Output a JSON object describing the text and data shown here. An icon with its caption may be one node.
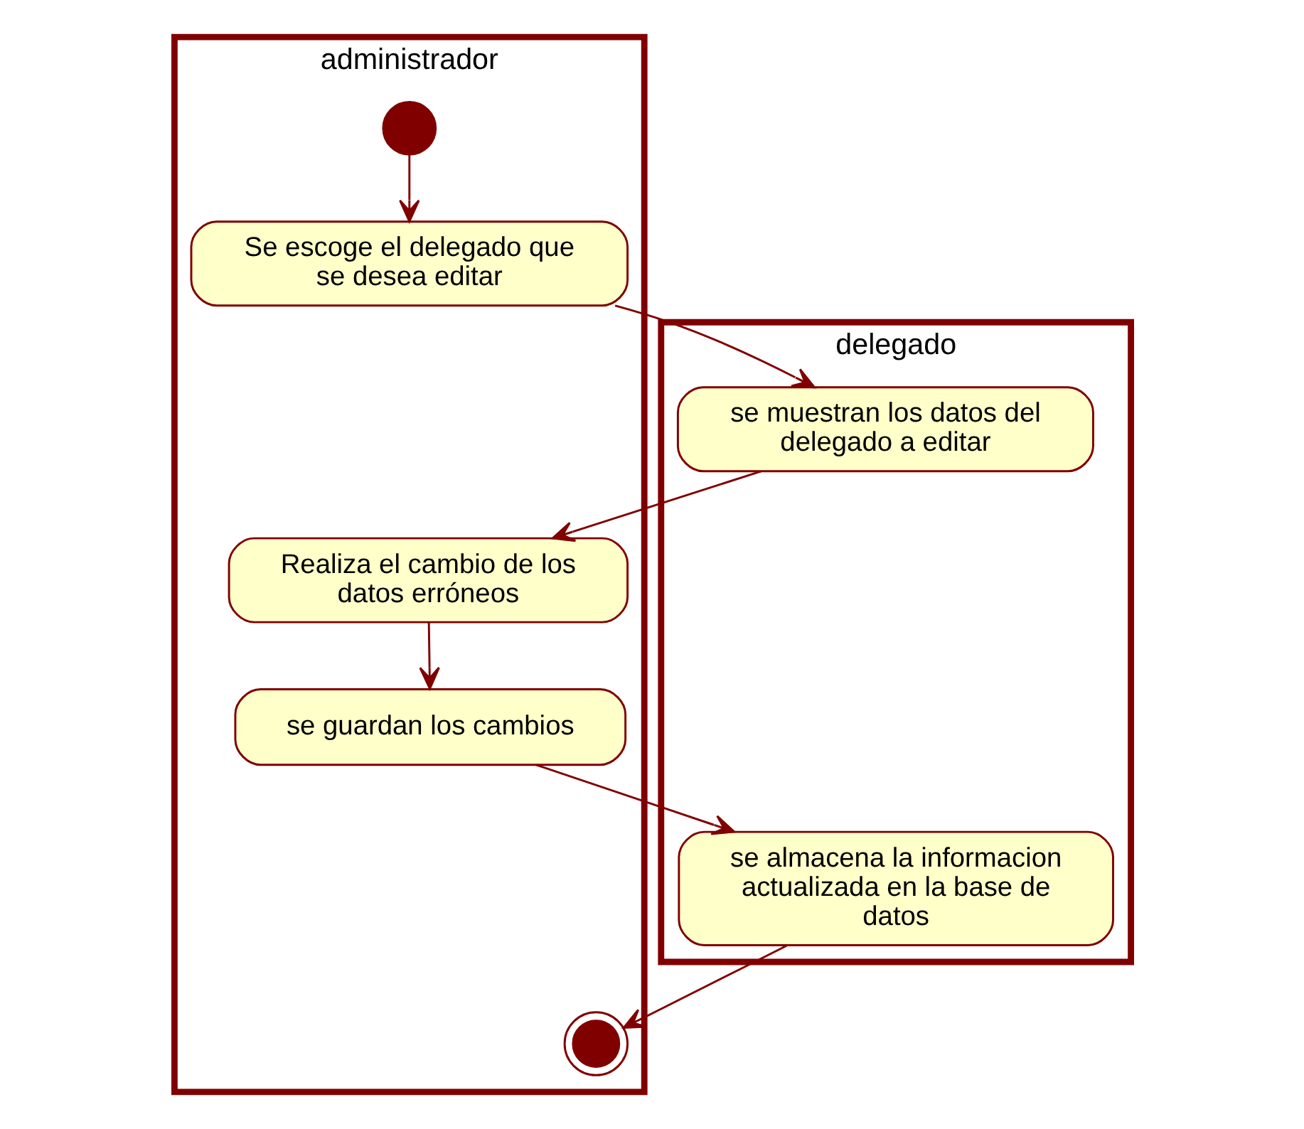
{
  "diagram": {
    "nodes": [
      {
        "text": [
          "administrador"
        ]
      },
      {
        "text": [
          "delegado"
        ]
      },
      {
        "text": [],
        "shape": "circle",
        "in": 0
      },
      {
        "text": [
          "Se escoge el delegado que se desea editar"
        ],
        "in": 0
      },
      {
        "text": [
          "se muestran los datos del delegado a editar"
        ],
        "in": 1
      },
      {
        "text": [
          "Realiza el cambio de los datos erróneos"
        ],
        "in": 0
      },
      {
        "text": [
          "se guardan los cambios"
        ],
        "in": 0
      },
      {
        "text": [
          "se almacena la informacion actualizada en la base de datos"
        ],
        "in": 1
      },
      {
        "text": [],
        "shape": "circle",
        "in": 0
      }
    ],
    "edges": [
      {
        "from": 2,
        "to": 3,
        "arrow": "to"
      },
      {
        "from": 3,
        "to": 4,
        "arrow": "to"
      },
      {
        "from": 4,
        "to": 5,
        "arrow": "to"
      },
      {
        "from": 5,
        "to": 6,
        "arrow": "to"
      },
      {
        "from": 6,
        "to": 7,
        "arrow": "to"
      },
      {
        "from": 7,
        "to": 8,
        "arrow": "to"
      }
    ]
  }
}
